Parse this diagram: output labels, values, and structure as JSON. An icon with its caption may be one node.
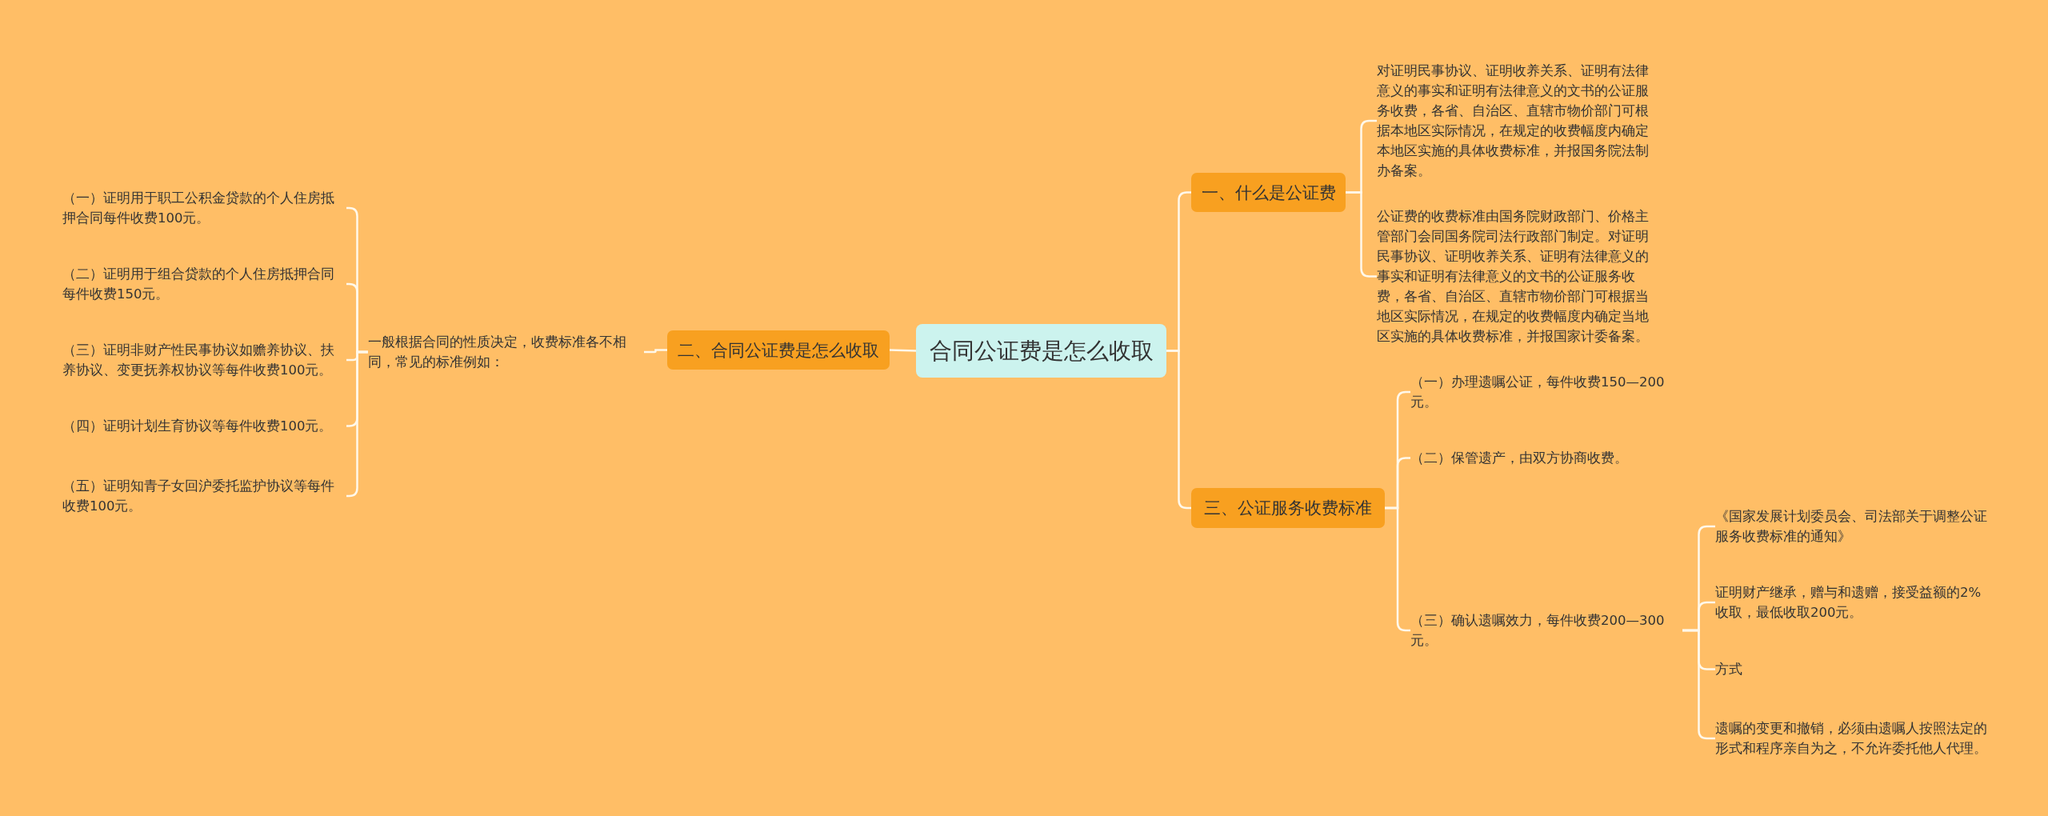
{
  "diagram": {
    "nodes": [
      {
        "text": [
          "合同公证费是怎么收取"
        ]
      },
      {
        "text": [
          "一、什么是公证费"
        ]
      },
      {
        "text": [
          "对证明民事协议、证明收养关系、证明有法律意义的事实和证明有法律意义的文书的公证服务收费，各省、自治区、直辖市物价部门可根据本地区实际情况，在规定的收费幅度内确定本地区实施的具体收费标准，并报国务院法制办备案。"
        ]
      },
      {
        "text": [
          "公证费的收费标准由国务院财政部门、价格主管部门会同国务院司法行政部门制定。对证明民事协议、证明收养关系、证明有法律意义的事实和证明有法律意义的文书的公证服务收费，各省、自治区、直辖市物价部门可根据当地区实际情况，在规定的收费幅度内确定当地区实施的具体收费标准，并报国家计委备案。"
        ]
      },
      {
        "text": [
          "二、合同公证费是怎么收取"
        ]
      },
      {
        "text": [
          "一般根据合同的性质决定，收费标准各不相同，常见的标准例如："
        ]
      },
      {
        "text": [
          "（一）证明用于职工公积金贷款的个人住房抵押合同每件收费100元。"
        ]
      },
      {
        "text": [
          "（二）证明用于组合贷款的个人住房抵押合同每件收费150元。"
        ]
      },
      {
        "text": [
          "（三）证明非财产性民事协议如赡养协议、扶养协议、变更抚养权协议等每件收费100元。"
        ]
      },
      {
        "text": [
          "（四）证明计划生育协议等每件收费100元。"
        ]
      },
      {
        "text": [
          "（五）证明知青子女回沪委托监护协议等每件收费100元。"
        ]
      },
      {
        "text": [
          "三、公证服务收费标准"
        ]
      },
      {
        "text": [
          "（一）办理遗嘱公证，每件收费150—200元。"
        ]
      },
      {
        "text": [
          "（二）保管遗产，由双方协商收费。"
        ]
      },
      {
        "text": [
          "（三）确认遗嘱效力，每件收费200—300元。"
        ]
      },
      {
        "text": [
          "《国家发展计划委员会、司法部关于调整公证服务收费标准的通知》"
        ]
      },
      {
        "text": [
          "证明财产继承，赠与和遗赠，接受益额的2%收取，最低收取200元。"
        ]
      },
      {
        "text": [
          "方式"
        ]
      },
      {
        "text": [
          "遗嘱的变更和撤销，必须由遗嘱人按照法定的形式和程序亲自为之，不允许委托他人代理。"
        ]
      }
    ],
    "edges": [
      {
        "from": 0,
        "to": 1,
        "arrow": "none"
      },
      {
        "from": 1,
        "to": 2,
        "arrow": "none"
      },
      {
        "from": 1,
        "to": 3,
        "arrow": "none"
      },
      {
        "from": 0,
        "to": 4,
        "arrow": "none"
      },
      {
        "from": 4,
        "to": 5,
        "arrow": "none"
      },
      {
        "from": 5,
        "to": 6,
        "arrow": "none"
      },
      {
        "from": 5,
        "to": 7,
        "arrow": "none"
      },
      {
        "from": 5,
        "to": 8,
        "arrow": "none"
      },
      {
        "from": 5,
        "to": 9,
        "arrow": "none"
      },
      {
        "from": 5,
        "to": 10,
        "arrow": "none"
      },
      {
        "from": 0,
        "to": 11,
        "arrow": "none"
      },
      {
        "from": 11,
        "to": 12,
        "arrow": "none"
      },
      {
        "from": 11,
        "to": 13,
        "arrow": "none"
      },
      {
        "from": 11,
        "to": 14,
        "arrow": "none"
      },
      {
        "from": 14,
        "to": 15,
        "arrow": "none"
      },
      {
        "from": 14,
        "to": 16,
        "arrow": "none"
      },
      {
        "from": 14,
        "to": 17,
        "arrow": "none"
      },
      {
        "from": 14,
        "to": 18,
        "arrow": "none"
      }
    ]
  }
}
